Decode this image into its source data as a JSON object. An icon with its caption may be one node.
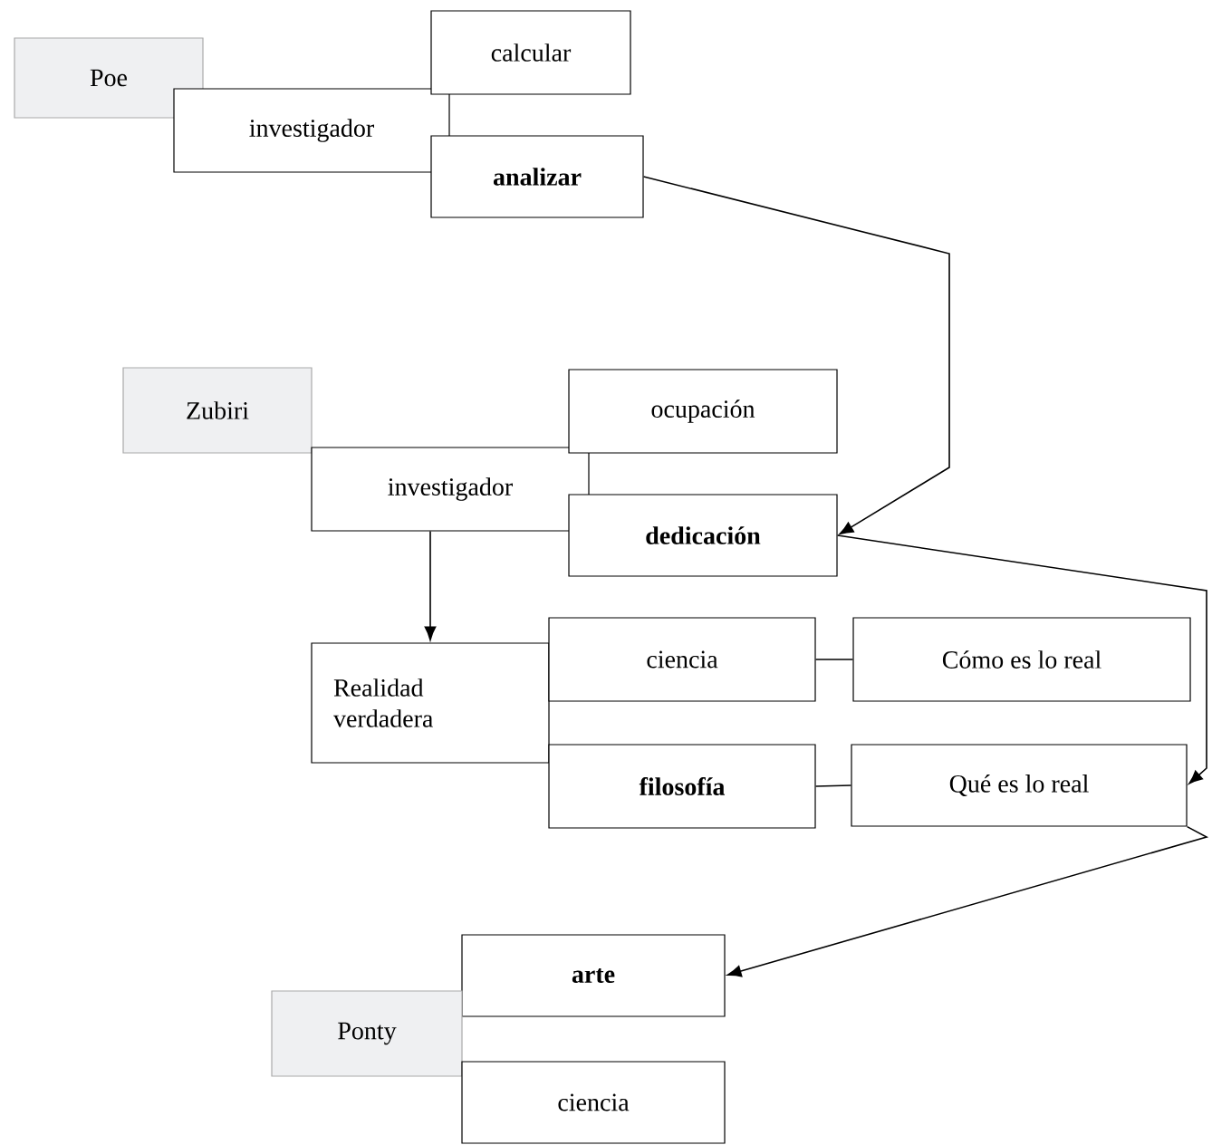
{
  "diagram": {
    "nodes": [
      {
        "text": [
          "Poe"
        ]
      },
      {
        "text": [
          "investigador"
        ]
      },
      {
        "text": [
          "calcular"
        ]
      },
      {
        "text": [
          "analizar"
        ]
      },
      {
        "text": [
          "Zubiri"
        ]
      },
      {
        "text": [
          "investigador"
        ]
      },
      {
        "text": [
          "ocupación"
        ]
      },
      {
        "text": [
          "dedicación"
        ]
      },
      {
        "text": [
          "Realidad verdadera"
        ]
      },
      {
        "text": [
          "ciencia"
        ]
      },
      {
        "text": [
          "Cómo es lo real"
        ]
      },
      {
        "text": [
          "filosofía"
        ]
      },
      {
        "text": [
          "Qué es lo real"
        ]
      },
      {
        "text": [
          "arte"
        ]
      },
      {
        "text": [
          "Ponty"
        ]
      },
      {
        "text": [
          "ciencia"
        ]
      }
    ],
    "edges": [
      {
        "from": 3,
        "to": 7,
        "arrow": "to"
      },
      {
        "from": 5,
        "to": 8,
        "arrow": "to"
      },
      {
        "from": 9,
        "to": 10,
        "arrow": "none"
      },
      {
        "from": 11,
        "to": 12,
        "arrow": "none"
      },
      {
        "from": 7,
        "to": 12,
        "arrow": "to"
      },
      {
        "from": 12,
        "to": 13,
        "arrow": "to"
      }
    ]
  }
}
